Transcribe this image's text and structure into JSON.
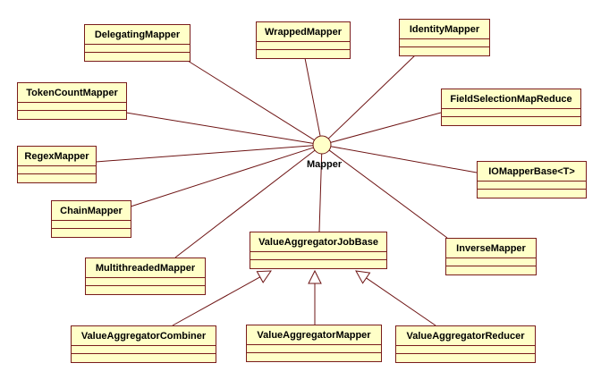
{
  "interface": {
    "name": "Mapper"
  },
  "classes": [
    {
      "id": "delegating",
      "name": "DelegatingMapper"
    },
    {
      "id": "wrapped",
      "name": "WrappedMapper"
    },
    {
      "id": "identity",
      "name": "IdentityMapper"
    },
    {
      "id": "tokencount",
      "name": "TokenCountMapper"
    },
    {
      "id": "fieldselection",
      "name": "FieldSelectionMapReduce"
    },
    {
      "id": "regex",
      "name": "RegexMapper"
    },
    {
      "id": "iomapperbase",
      "name": "IOMapperBase<T>"
    },
    {
      "id": "chain",
      "name": "ChainMapper"
    },
    {
      "id": "jobbase",
      "name": "ValueAggregatorJobBase"
    },
    {
      "id": "inverse",
      "name": "InverseMapper"
    },
    {
      "id": "multithreaded",
      "name": "MultithreadedMapper"
    },
    {
      "id": "combiner",
      "name": "ValueAggregatorCombiner"
    },
    {
      "id": "aggmapper",
      "name": "ValueAggregatorMapper"
    },
    {
      "id": "reducer",
      "name": "ValueAggregatorReducer"
    }
  ],
  "realizations": [
    "delegating",
    "wrapped",
    "identity",
    "tokencount",
    "fieldselection",
    "regex",
    "iomapperbase",
    "chain",
    "jobbase",
    "inverse",
    "multithreaded"
  ],
  "generalizations": [
    {
      "child": "combiner",
      "parent": "jobbase"
    },
    {
      "child": "aggmapper",
      "parent": "jobbase"
    },
    {
      "child": "reducer",
      "parent": "jobbase"
    }
  ]
}
